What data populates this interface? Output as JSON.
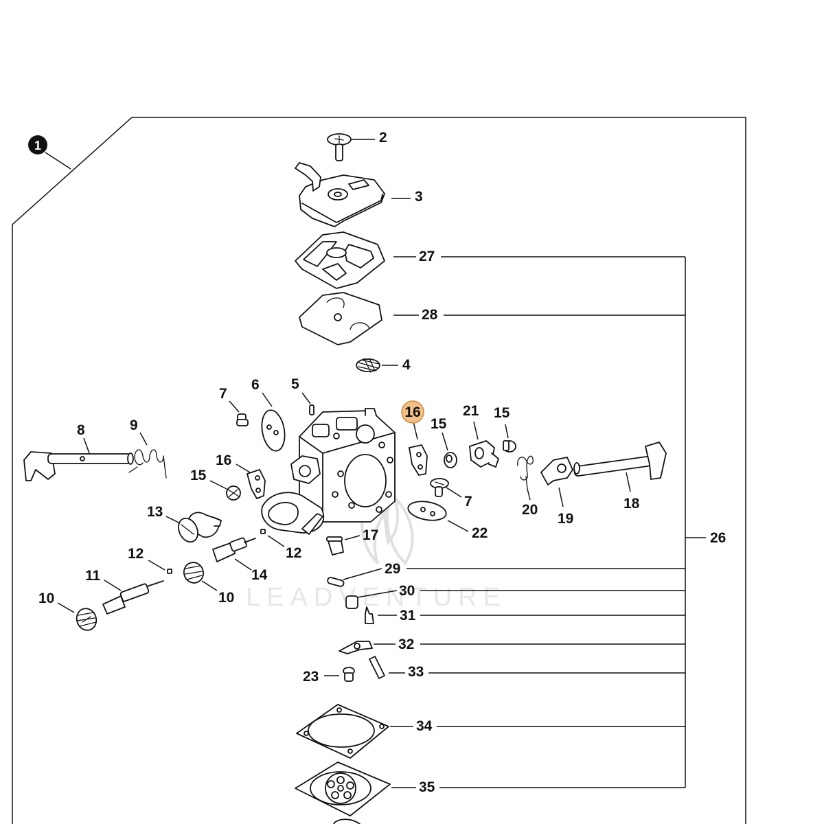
{
  "assembly_callout": "1",
  "highlighted_callout": "16",
  "colors": {
    "line": "#111111",
    "highlight_fill": "#f2c08a",
    "highlight_stroke": "#d08a3c",
    "watermark": "#d4d4d4"
  },
  "watermark": {
    "text": "LEADVENTURE"
  },
  "callouts": {
    "c2": "2",
    "c3": "3",
    "c27": "27",
    "c28": "28",
    "c4": "4",
    "c5": "5",
    "c6": "6",
    "c7a": "7",
    "c8": "8",
    "c9": "9",
    "c16a": "16",
    "c16b": "16",
    "c15a": "15",
    "c15b": "15",
    "c15c": "15",
    "c21": "21",
    "c7b": "7",
    "c22": "22",
    "c18": "18",
    "c19": "19",
    "c20": "20",
    "c13": "13",
    "c12a": "12",
    "c12b": "12",
    "c11": "11",
    "c10a": "10",
    "c10b": "10",
    "c14": "14",
    "c17": "17",
    "c26": "26",
    "c29": "29",
    "c30": "30",
    "c31": "31",
    "c32": "32",
    "c33": "33",
    "c23": "23",
    "c34": "34",
    "c35": "35"
  }
}
